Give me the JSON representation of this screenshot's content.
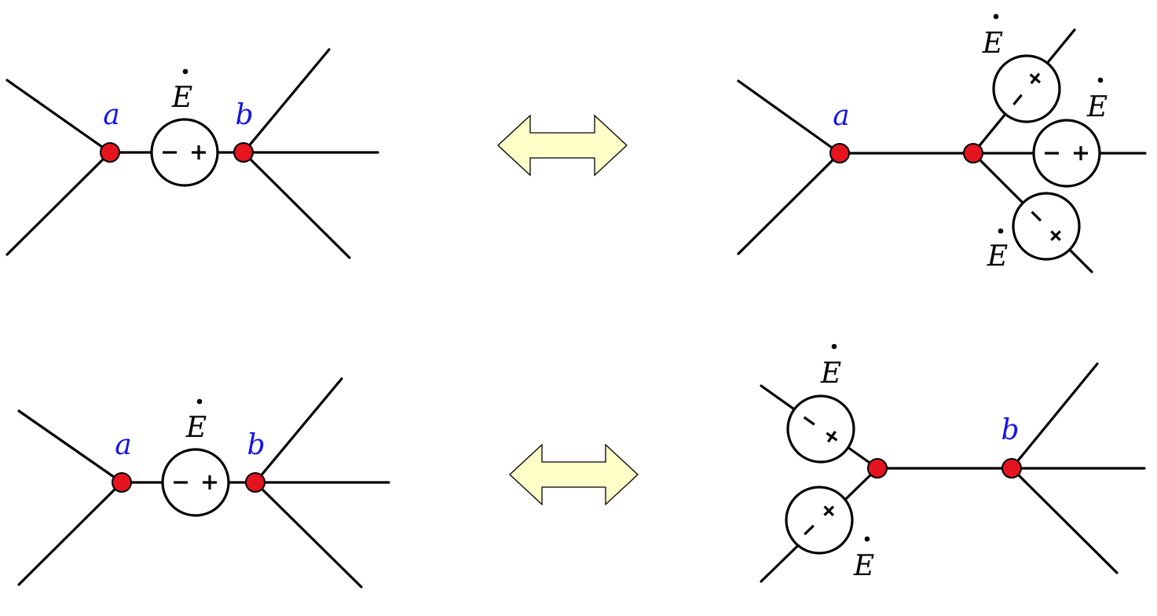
{
  "colors": {
    "node_fill": "#e6141e",
    "node_label": "#1414e6",
    "arrow_fill": "#ffffc8",
    "line": "#000000"
  },
  "emf_symbol": "E",
  "emf_overdot": true,
  "sign_minus": "−",
  "sign_plus": "+",
  "node_labels": {
    "a": "a",
    "b": "b"
  },
  "panels": [
    {
      "id": "top-left",
      "description_nodes": [
        "a",
        "b"
      ],
      "sources": 1
    },
    {
      "id": "top-right",
      "description_nodes": [
        "a"
      ],
      "sources": 3
    },
    {
      "id": "bottom-left",
      "description_nodes": [
        "a",
        "b"
      ],
      "sources": 1
    },
    {
      "id": "bottom-right",
      "description_nodes": [
        "b"
      ],
      "sources": 2
    }
  ],
  "connectors": [
    {
      "id": "top",
      "icon": "double-arrow-icon"
    },
    {
      "id": "bottom",
      "icon": "double-arrow-icon"
    }
  ]
}
